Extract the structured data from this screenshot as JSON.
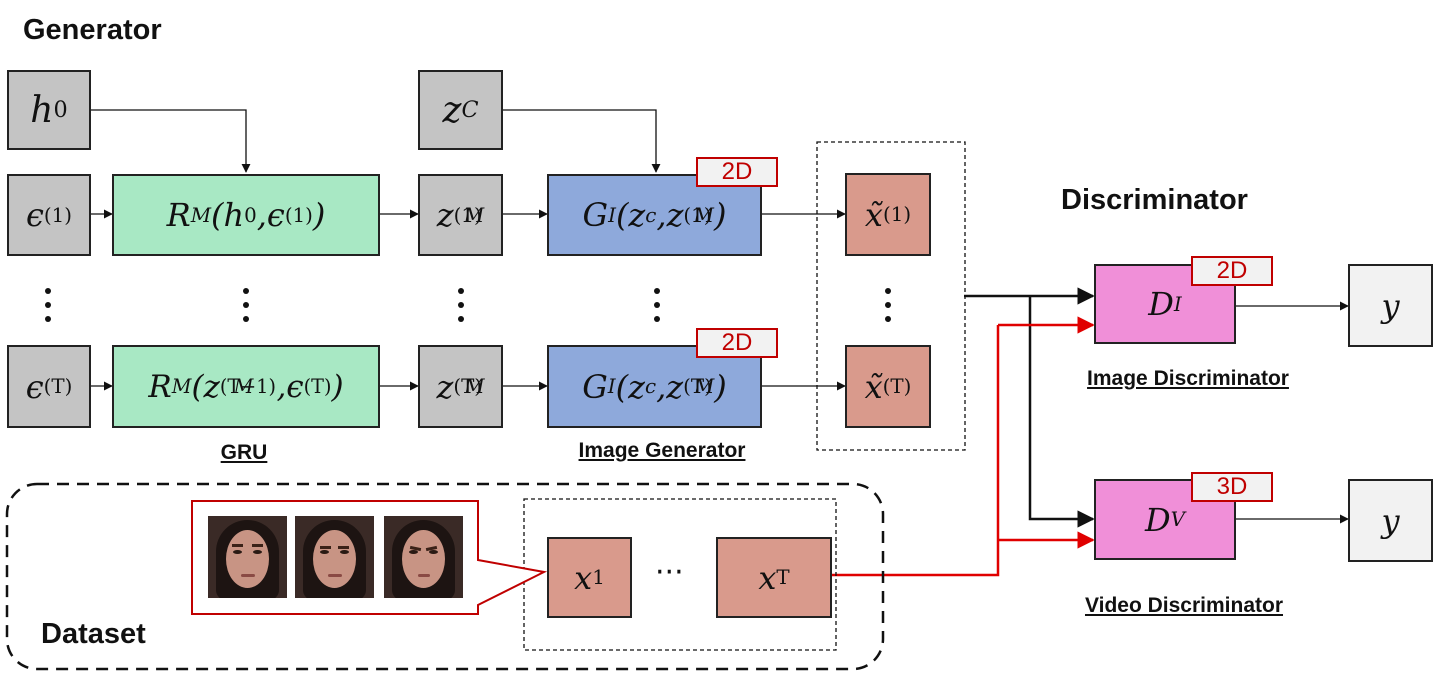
{
  "titles": {
    "generator": "Generator",
    "discriminator": "Discriminator",
    "dataset": "Dataset"
  },
  "captions": {
    "gru": "GRU",
    "image_generator": "Image Generator",
    "image_discriminator": "Image Discriminator",
    "video_discriminator": "Video Discriminator"
  },
  "badges": {
    "gen1": "2D",
    "gen2": "2D",
    "di": "2D",
    "dv": "3D"
  },
  "icons": {
    "faces": "face-photo-icon",
    "dots": "vertical-ellipsis-icon"
  },
  "colors": {
    "gray": "#c4c4c4",
    "gru": "#a8e8c4",
    "image_generator": "#8ea9db",
    "frame": "#d99a8c",
    "discriminator": "#f08fd8",
    "real_path": "#e00000"
  }
}
